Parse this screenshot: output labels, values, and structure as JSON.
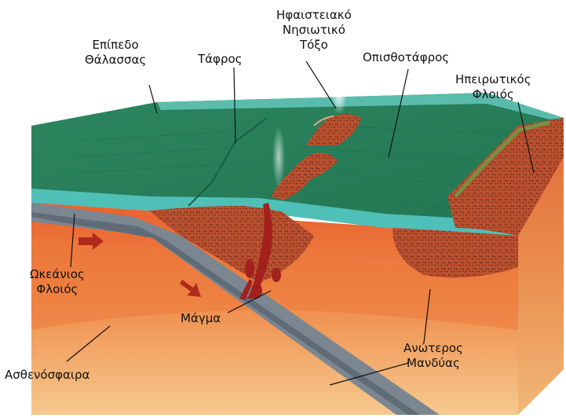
{
  "labels": {
    "sea_level": [
      "Επίπεδο",
      "Θάλασσας"
    ],
    "trench": [
      "Τάφρος"
    ],
    "volcanic_arc": [
      "Ηφαιστειακό",
      "Νησιωτικό",
      "Τόξο"
    ],
    "back_arc": [
      "Οπισθοτάφρος"
    ],
    "continental_crust": [
      "Ηπειρωτικός",
      "Φλοιός"
    ],
    "oceanic_crust": [
      "Ωκεάνιος",
      "Φλοιός"
    ],
    "magma": [
      "Μάγμα"
    ],
    "upper_mantle": [
      "Ανώτερος",
      "Μανδύας"
    ],
    "asthenosphere": [
      "Ασθενόσφαιρα"
    ]
  },
  "colors": {
    "sea": "#2f8a63",
    "sea_edge": "#5ec9c0",
    "crust_red": "#c8542f",
    "mantle": "#e8823f",
    "asthenosphere": "#f2c48a",
    "slab": "#6d7b86",
    "magma": "#a3201c"
  }
}
